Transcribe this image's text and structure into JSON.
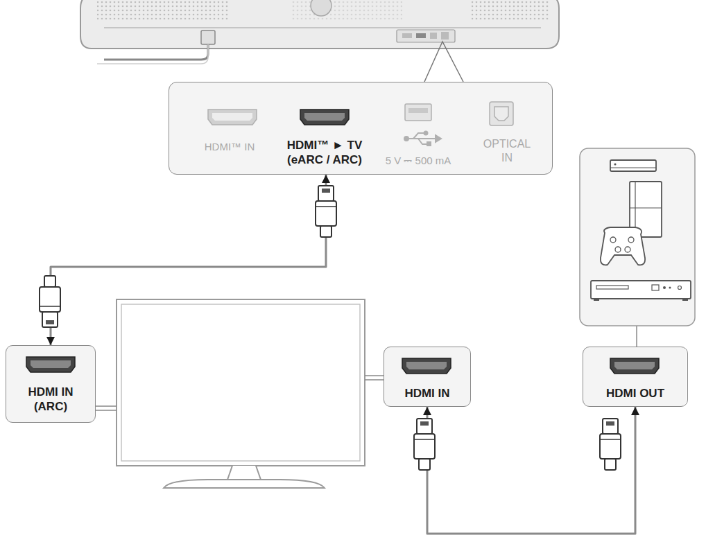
{
  "diagram": {
    "nodes": [
      {
        "text": [
          "HDMI™ IN",
          "HDMI™ ► TV (eARC / ARC)",
          "5 V ⎓ 500 mA",
          "OPTICAL IN"
        ]
      },
      {
        "text": [
          "HDMI IN (ARC)"
        ]
      },
      {
        "text": [
          "HDMI IN"
        ]
      },
      {
        "text": [
          "HDMI OUT"
        ]
      }
    ],
    "edges": [
      {
        "from": 0,
        "to": 1,
        "arrow": "both"
      },
      {
        "from": 2,
        "to": 3,
        "arrow": "both"
      }
    ]
  }
}
